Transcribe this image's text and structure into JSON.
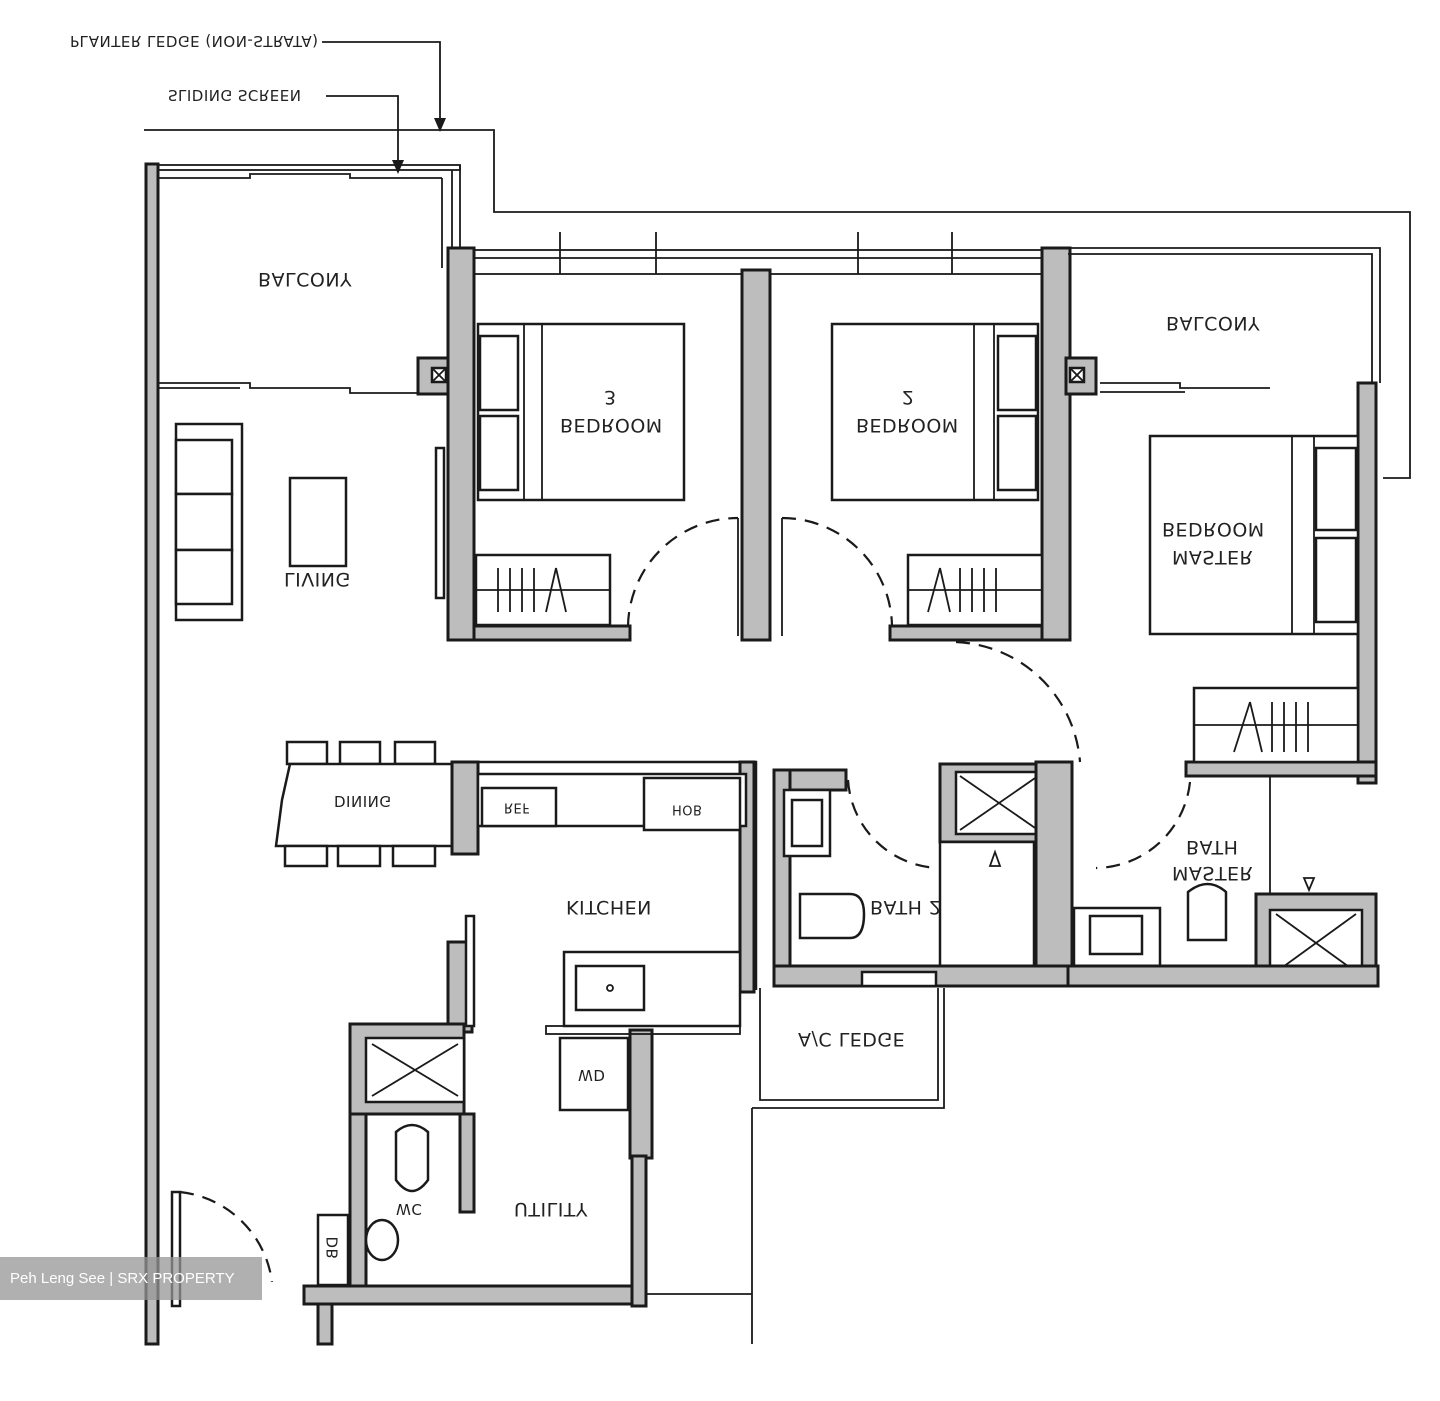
{
  "annotations": {
    "planter_ledge": "PLANTER LEDGE (NON-STRATA)",
    "sliding_screen": "SLIDING SCREEN"
  },
  "rooms": {
    "balcony_left": "BALCONY",
    "balcony_right": "BALCONY",
    "living": "LIVING",
    "dining": "DINING",
    "bedroom3_line1": "3",
    "bedroom3_line2": "BEDROOM",
    "bedroom2_line1": "2",
    "bedroom2_line2": "BEDROOM",
    "master_bedroom_line1": "BEDROOM",
    "master_bedroom_line2": "MASTER",
    "kitchen": "KITCHEN",
    "bath2": "BATH 2",
    "master_bath_line1": "BATH",
    "master_bath_line2": "MASTER",
    "ac_ledge": "A/C LEDGE",
    "wc": "WC",
    "utility": "UTILITY",
    "wd": "WD",
    "db": "DB"
  },
  "fixtures": {
    "fridge": "REF",
    "hob": "HOB"
  },
  "watermark": {
    "text": "Peh Leng See | SRX PROPERTY"
  },
  "colors": {
    "wall_fill": "#bdbdbd",
    "line": "#1a1a1a",
    "background": "#ffffff",
    "watermark_bg": "#969696"
  }
}
